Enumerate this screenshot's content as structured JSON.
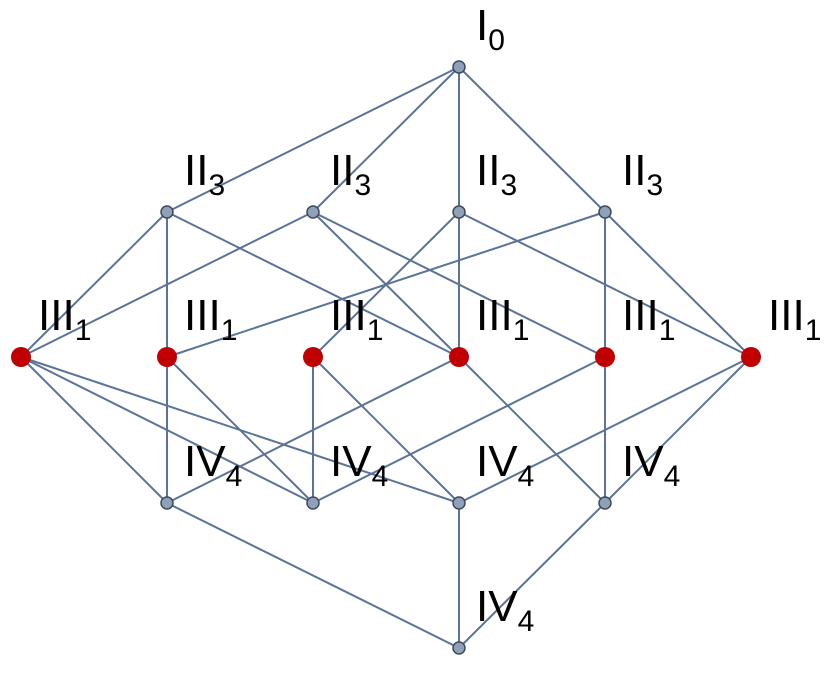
{
  "colors": {
    "edge": "#5b7396",
    "node_small": "#8fa1b8",
    "node_small_stroke": "#3e4a5c",
    "node_highlight": "#c00000"
  },
  "nodes": [
    {
      "id": "n0",
      "label": "I",
      "sub": "0",
      "highlight": false
    },
    {
      "id": "n1",
      "label": "II",
      "sub": "3",
      "highlight": false
    },
    {
      "id": "n2",
      "label": "II",
      "sub": "3",
      "highlight": false
    },
    {
      "id": "n3",
      "label": "II",
      "sub": "3",
      "highlight": false
    },
    {
      "id": "n4",
      "label": "II",
      "sub": "3",
      "highlight": false
    },
    {
      "id": "n5",
      "label": "III",
      "sub": "1",
      "highlight": true
    },
    {
      "id": "n6",
      "label": "III",
      "sub": "1",
      "highlight": true
    },
    {
      "id": "n7",
      "label": "III",
      "sub": "1",
      "highlight": true
    },
    {
      "id": "n8",
      "label": "III",
      "sub": "1",
      "highlight": true
    },
    {
      "id": "n9",
      "label": "III",
      "sub": "1",
      "highlight": true
    },
    {
      "id": "n10",
      "label": "III",
      "sub": "1",
      "highlight": true
    },
    {
      "id": "n11",
      "label": "IV",
      "sub": "4",
      "highlight": false
    },
    {
      "id": "n12",
      "label": "IV",
      "sub": "4",
      "highlight": false
    },
    {
      "id": "n13",
      "label": "IV",
      "sub": "4",
      "highlight": false
    },
    {
      "id": "n14",
      "label": "IV",
      "sub": "4",
      "highlight": false
    },
    {
      "id": "n15",
      "label": "IV",
      "sub": "4",
      "highlight": false
    }
  ],
  "edges": [
    [
      "n0",
      "n1"
    ],
    [
      "n0",
      "n2"
    ],
    [
      "n0",
      "n3"
    ],
    [
      "n0",
      "n4"
    ],
    [
      "n1",
      "n5"
    ],
    [
      "n1",
      "n6"
    ],
    [
      "n1",
      "n8"
    ],
    [
      "n2",
      "n5"
    ],
    [
      "n2",
      "n8"
    ],
    [
      "n2",
      "n9"
    ],
    [
      "n3",
      "n7"
    ],
    [
      "n3",
      "n8"
    ],
    [
      "n3",
      "n10"
    ],
    [
      "n4",
      "n6"
    ],
    [
      "n4",
      "n9"
    ],
    [
      "n4",
      "n10"
    ],
    [
      "n5",
      "n11"
    ],
    [
      "n5",
      "n12"
    ],
    [
      "n5",
      "n13"
    ],
    [
      "n6",
      "n11"
    ],
    [
      "n6",
      "n12"
    ],
    [
      "n7",
      "n12"
    ],
    [
      "n7",
      "n13"
    ],
    [
      "n8",
      "n11"
    ],
    [
      "n8",
      "n14"
    ],
    [
      "n9",
      "n12"
    ],
    [
      "n9",
      "n14"
    ],
    [
      "n10",
      "n13"
    ],
    [
      "n10",
      "n14"
    ],
    [
      "n11",
      "n15"
    ],
    [
      "n13",
      "n15"
    ],
    [
      "n14",
      "n15"
    ]
  ]
}
